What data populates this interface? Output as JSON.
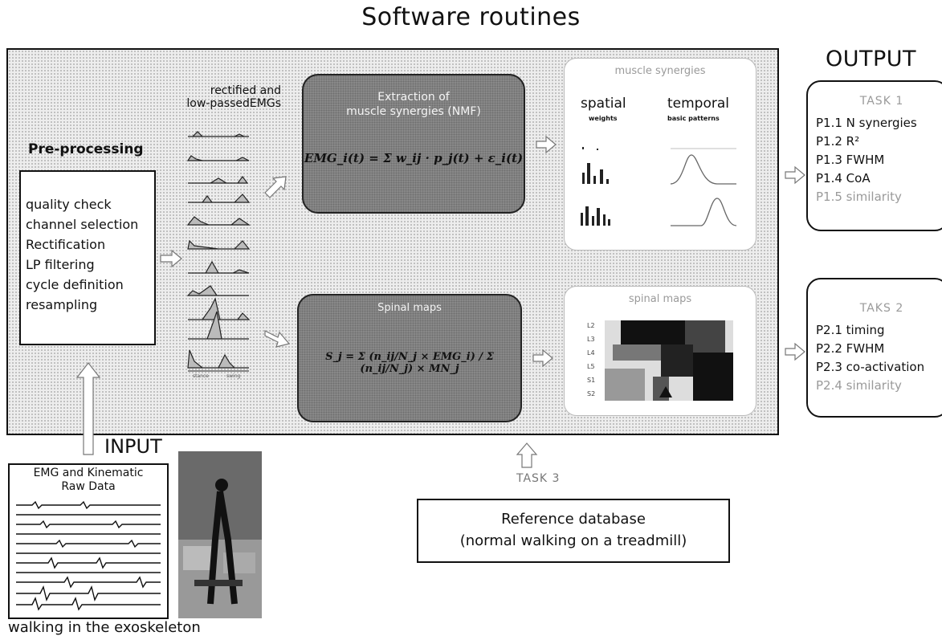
{
  "header": {
    "title": "Software routines"
  },
  "preprocessing": {
    "title": "Pre-processing",
    "items": [
      "quality check",
      "channel selection",
      "Rectification",
      "LP filtering",
      "cycle definition",
      "resampling"
    ]
  },
  "emg_column": {
    "label_line1": "rectified and",
    "label_line2": "low-passedEMGs",
    "axis_left": "stance",
    "axis_right": "swing"
  },
  "nmf_block": {
    "title_line1": "Extraction of",
    "title_line2": "muscle synergies (NMF)",
    "formula": "EMG_i(t) = Σ w_ij · p_j(t) + ε_i(t)"
  },
  "spinal_block": {
    "title": "Spinal maps",
    "formula": "S_j = Σ (n_ij/N_j × EMG_i) / Σ (n_ij/N_j) × MN_j"
  },
  "synergies_panel": {
    "title": "muscle synergies",
    "spatial_label": "spatial",
    "spatial_sub": "weights",
    "temporal_label": "temporal",
    "temporal_sub": "basic patterns"
  },
  "spinal_panel": {
    "title": "spinal maps",
    "segments": [
      "L2",
      "L3",
      "L4",
      "L5",
      "S1",
      "S2"
    ]
  },
  "output": {
    "title": "OUTPUT",
    "task1": {
      "title": "TASK 1",
      "items": [
        "P1.1 N synergies",
        "P1.2 R²",
        "P1.3 FWHM",
        "P1.4 CoA",
        "P1.5 similarity"
      ]
    },
    "task2": {
      "title": "TAKS 2",
      "items": [
        "P2.1 timing",
        "P2.2 FWHM",
        "P2.3 co-activation",
        "P2.4 similarity"
      ]
    }
  },
  "input": {
    "title": "INPUT",
    "raw_line1": "EMG and Kinematic",
    "raw_line2": "Raw Data",
    "caption": "walking in the exoskeleton"
  },
  "reference": {
    "task": "TASK 3",
    "line1": "Reference database",
    "line2": "(normal walking on a treadmill)"
  },
  "colors": {
    "formula_box": "#8a8a8a",
    "panel_texture": "#ededed",
    "border": "#111111"
  }
}
